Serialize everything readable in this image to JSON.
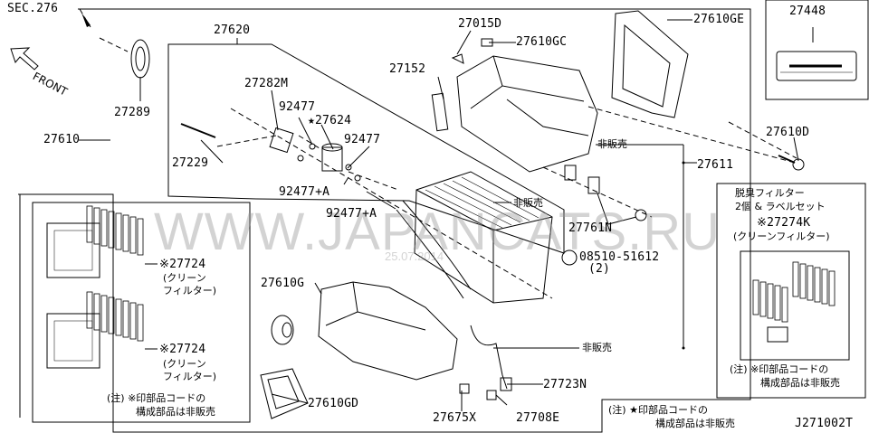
{
  "diagram_code": "J271002T",
  "sec_ref": "SEC.276",
  "front_label": "FRONT",
  "parts": {
    "p27289": "27289",
    "p27610": "27610",
    "p27620": "27620",
    "p27282M": "27282M",
    "p92477_a": "92477",
    "p27624": "★27624",
    "p92477_b": "92477",
    "p27229": "27229",
    "p92477A_a": "92477+A",
    "p92477A_b": "92477+A",
    "p27015D": "27015D",
    "p27610GC": "27610GC",
    "p27152": "27152",
    "p27610GE": "27610GE",
    "p27448": "27448",
    "p27610D": "27610D",
    "p27611": "27611",
    "p27761N": "27761N",
    "p08510": "08510-51612",
    "p08510_qty": "(2)",
    "p27610G": "27610G",
    "p27610GD": "27610GD",
    "p27675X": "27675X",
    "p27723N": "27723N",
    "p27708E": "27708E",
    "p27724_a": "※27724",
    "p27724_b": "※27724",
    "p27274K": "※27274K"
  },
  "labels": {
    "not_for_sale_1": "非販売",
    "not_for_sale_2": "非販売",
    "not_for_sale_3": "非販売",
    "clean_filter_1a": "(クリーン",
    "clean_filter_1b": "フィルター)",
    "clean_filter_2a": "(クリーン",
    "clean_filter_2b": "フィルター)",
    "note_left_1": "(注) ※印部品コードの",
    "note_left_2": "構成部品は非販売",
    "deodor_1": "脱臭フィルター",
    "deodor_2": "2個 & ラベルセット",
    "clean_filter_kit": "(クリーンフィルター)",
    "note_right_1": "(注) ※印部品コードの",
    "note_right_2": "構成部品は非販売",
    "note_bottom_1": "(注) ★印部品コードの",
    "note_bottom_2": "構成部品は非販売"
  },
  "watermark": {
    "text": "WWW.JAPANCATS.RU",
    "date": "25.07.2014"
  }
}
